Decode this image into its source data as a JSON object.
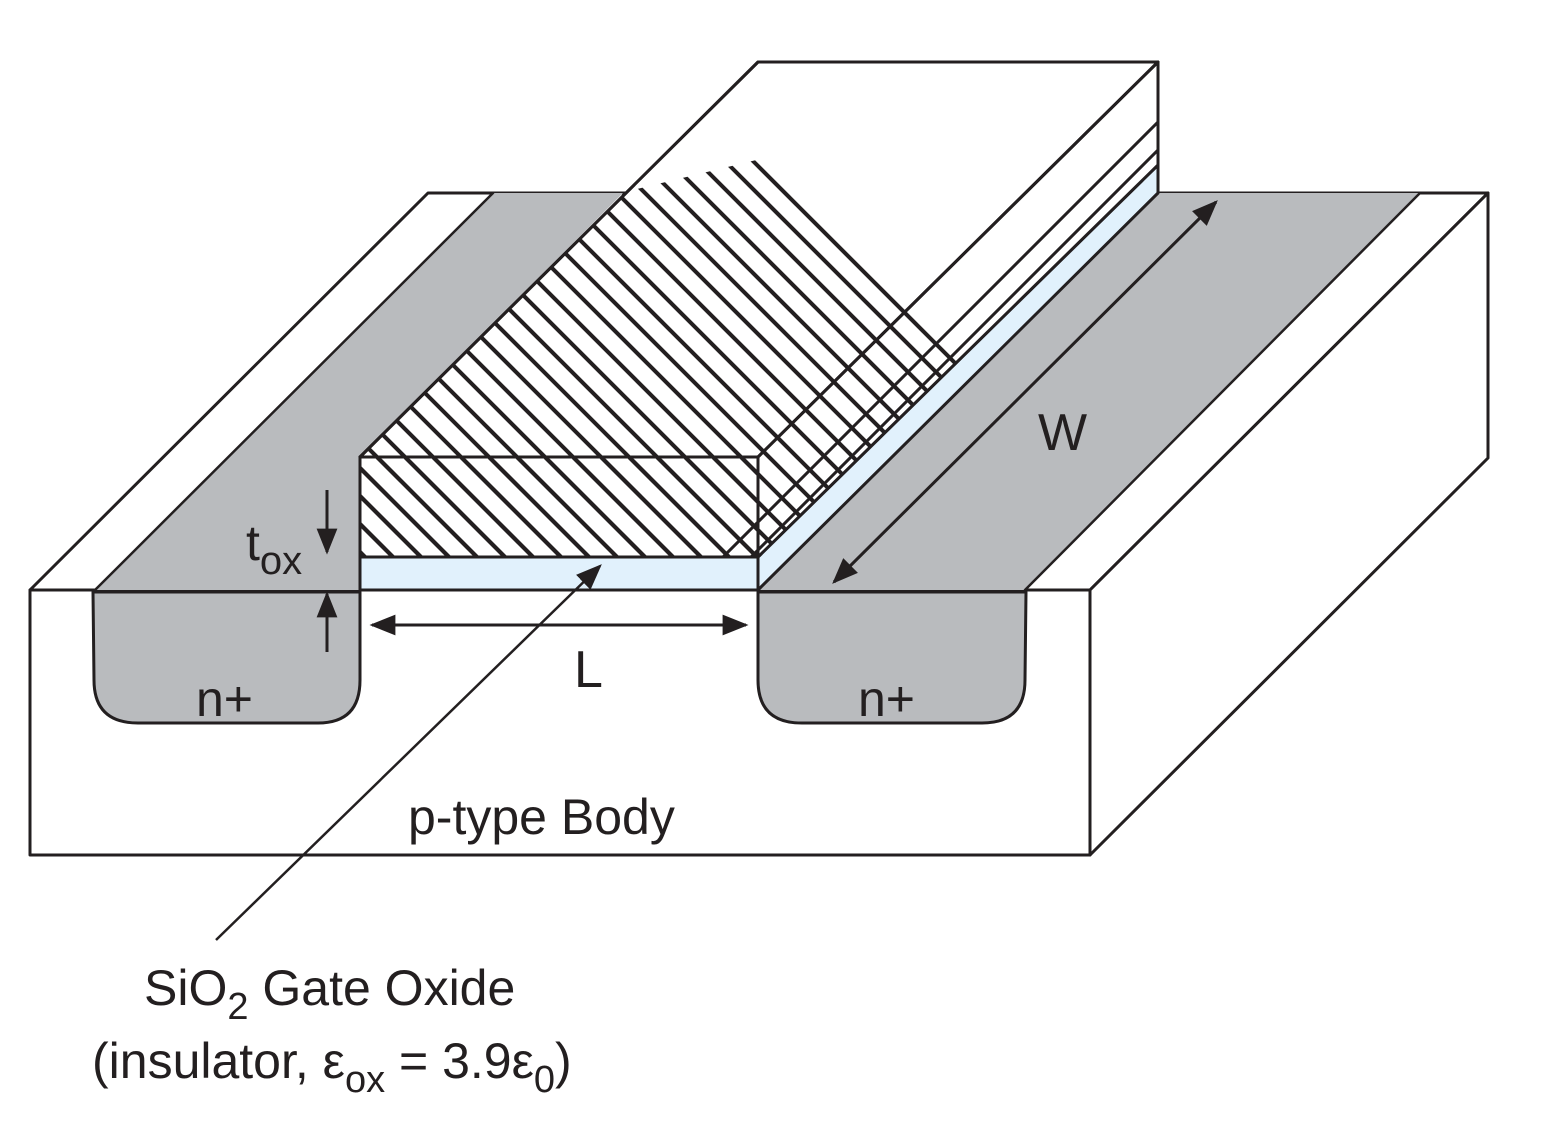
{
  "labels": {
    "tox_main": "t",
    "tox_sub": "ox",
    "length": "L",
    "width": "W",
    "source": "n+",
    "drain": "n+",
    "body": "p-type Body",
    "oxide_line1_a": "SiO",
    "oxide_line1_sub": "2",
    "oxide_line1_b": " Gate Oxide",
    "oxide_line2_a": "(insulator, ",
    "oxide_line2_eps": "ε",
    "oxide_line2_sub": "ox",
    "oxide_line2_b": " = 3.9",
    "oxide_line2_eps0": "ε",
    "oxide_line2_sub0": "0",
    "oxide_line2_c": ")"
  },
  "colors": {
    "doped_region": "#b9bbbe",
    "oxide": "#e1f1fc",
    "outline": "#231f20",
    "substrate": "#ffffff"
  }
}
